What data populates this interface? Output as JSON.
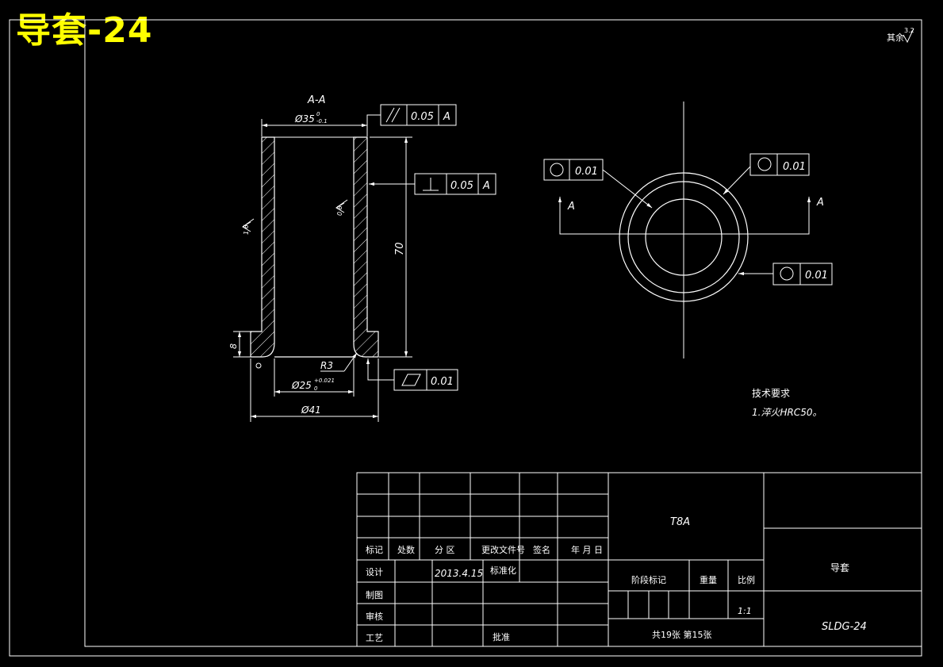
{
  "header": {
    "title": "导套-24",
    "surface_note": "其余",
    "surface_note_value": "3.2"
  },
  "section": {
    "label": "A-A"
  },
  "dimensions": {
    "top_dia": "Ø35",
    "top_dia_tol_upper": "0",
    "top_dia_tol_lower": "-0.1",
    "height": "70",
    "step": "8",
    "bore_dia": "Ø25",
    "bore_tol_upper": "+0.021",
    "bore_tol_lower": "0",
    "outer_dia": "Ø41",
    "radius": "R3",
    "rough_outer": "1.6",
    "rough_inner": "0.8"
  },
  "tolerances": {
    "parallel": {
      "value": "0.05",
      "datum": "A"
    },
    "perpendicular": {
      "value": "0.05",
      "datum": "A"
    },
    "flatness": {
      "value": "0.01"
    },
    "circularity_left": {
      "value": "0.01"
    },
    "circularity_right": {
      "value": "0.01"
    },
    "circularity_lower": {
      "value": "0.01"
    }
  },
  "view_labels": {
    "left_arrow": "A",
    "right_arrow": "A"
  },
  "tech": {
    "heading": "技术要求",
    "line1": "1.淬火HRC50。"
  },
  "title_block": {
    "headers": [
      "标记",
      "处数",
      "分 区",
      "更改文件号",
      "签名",
      "年 月 日"
    ],
    "design": "设计",
    "design_date": "2013.4.15",
    "standardize": "标准化",
    "draw": "制图",
    "review": "审核",
    "process": "工艺",
    "approve": "批准",
    "material": "T8A",
    "stage_mark": "阶段标记",
    "weight": "重量",
    "scale_label": "比例",
    "scale": "1:1",
    "sheets": "共19张  第15张",
    "part_name": "导套",
    "drawing_no": "SLDG-24"
  }
}
